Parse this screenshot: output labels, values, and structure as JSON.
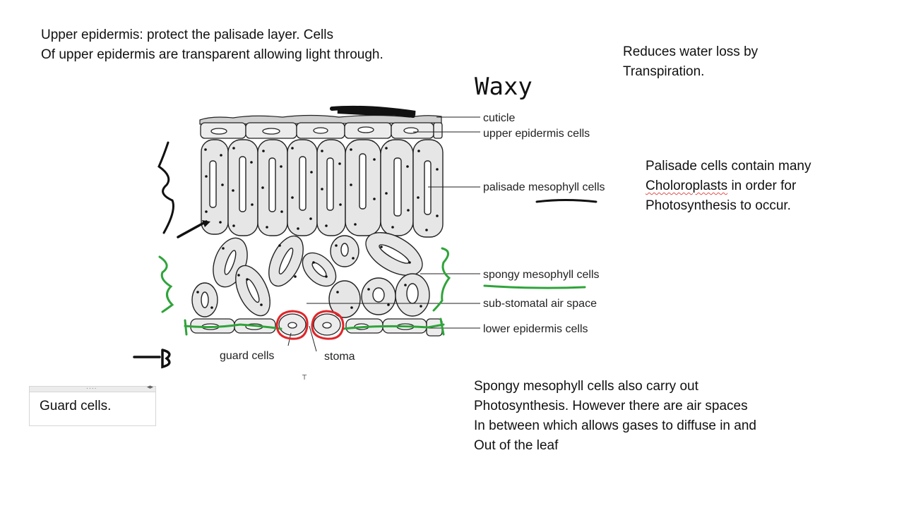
{
  "notes": {
    "upper_epidermis": [
      "Upper epidermis: protect the palisade layer. Cells",
      "Of upper epidermis are transparent allowing light through."
    ],
    "water_loss": [
      "Reduces water loss by",
      "Transpiration."
    ],
    "palisade": {
      "line1": "Palisade cells contain many",
      "line2_word": "Choloroplasts",
      "line2_rest": " in order for",
      "line3": "Photosynthesis to occur."
    },
    "spongy": [
      "Spongy mesophyll cells also carry out",
      "Photosynthesis. However there are air spaces",
      "In between which allows gases to diffuse in and",
      "Out of the leaf"
    ]
  },
  "textbox": {
    "text": "Guard cells.",
    "grip": "....",
    "resize": "◂▸"
  },
  "diagram": {
    "labels": {
      "cuticle": "cuticle",
      "upper_epidermis": "upper epidermis cells",
      "palisade": "palisade mesophyll cells",
      "spongy": "spongy mesophyll cells",
      "air_space": "sub-stomatal air space",
      "lower_epidermis": "lower epidermis cells",
      "guard_cells": "guard cells",
      "stoma": "stoma"
    },
    "handwriting": {
      "waxy": "Waxy"
    }
  },
  "colors": {
    "ink_black": "#111111",
    "ink_green": "#2fa43a",
    "ink_red": "#e0262a",
    "cell_fill": "#e6e6e6",
    "squiggle": "#e05050"
  }
}
